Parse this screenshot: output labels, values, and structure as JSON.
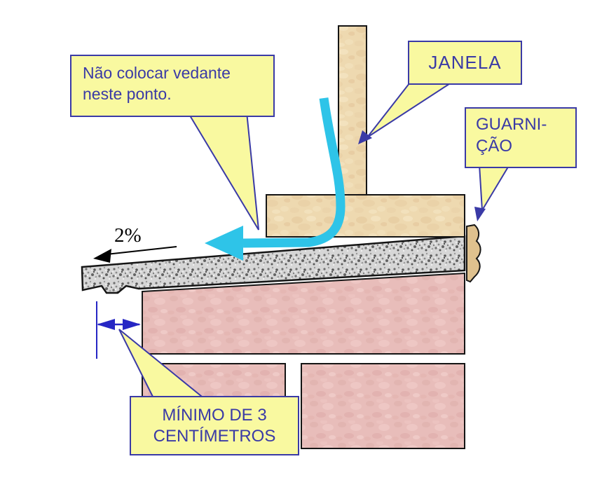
{
  "diagram": {
    "callouts": {
      "no_sealant": {
        "line1": "Não colocar vedante",
        "line2": "neste ponto."
      },
      "window": {
        "label": "JANELA"
      },
      "trim": {
        "line1": "GUARNI-",
        "line2": "ÇÃO"
      },
      "minimum": {
        "line1": "MÍNIMO DE 3",
        "line2": "CENTÍMETROS"
      }
    },
    "annotations": {
      "slope": "2%"
    },
    "colors": {
      "callout_bg": "#f9f9a0",
      "callout_border": "#3a3aa6",
      "callout_text": "#3a3aa6",
      "brick": "#e8bdba",
      "wood": "#eed9b0",
      "granite": "#d6d6d6",
      "water_arrow": "#2ec4e8",
      "dimension": "#2626c4",
      "outline": "#151515"
    }
  }
}
